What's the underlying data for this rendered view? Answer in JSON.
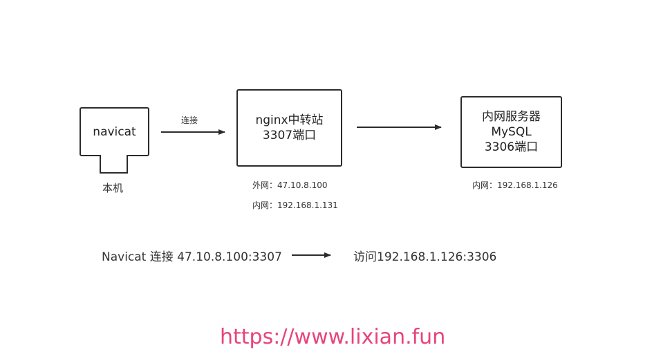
{
  "nodes": {
    "navicat": {
      "label": "navicat",
      "caption": "本机"
    },
    "nginx": {
      "line1": "nginx中转站",
      "line2": "3307端口"
    },
    "server": {
      "line1": "内网服务器",
      "line2": "MySQL",
      "line3": "3306端口"
    }
  },
  "edges": {
    "connect_label": "连接"
  },
  "annotations": {
    "nginx_public_ip": "外网：47.10.8.100",
    "nginx_private_ip": "内网：192.168.1.131",
    "server_private_ip": "内网：192.168.1.126"
  },
  "summary": {
    "left": "Navicat 连接 47.10.8.100:3307",
    "right": "访问192.168.1.126:3306"
  },
  "watermark": {
    "text": "https://www.lixian.fun",
    "color": "#e8437a"
  }
}
